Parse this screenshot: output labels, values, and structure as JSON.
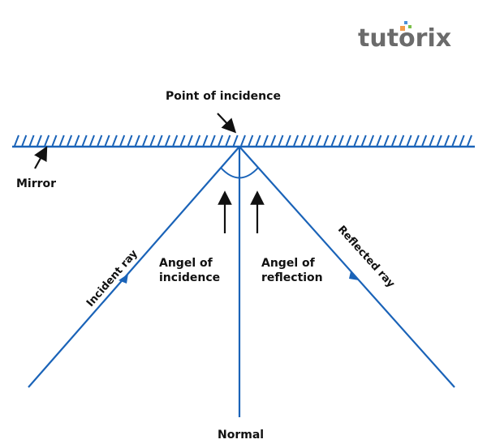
{
  "logo": {
    "text": "tutorix"
  },
  "labels": {
    "point_of_incidence": "Point of incidence",
    "mirror": "Mirror",
    "incident_ray": "Incident ray",
    "reflected_ray": "Reflected ray",
    "angle_incidence_1": "Angel of",
    "angle_incidence_2": "incidence",
    "angle_reflection_1": "Angel of",
    "angle_reflection_2": "reflection",
    "normal": "Normal"
  },
  "colors": {
    "ray": "#1a63b8",
    "text": "#111111",
    "logo": "#6b6b6b"
  }
}
